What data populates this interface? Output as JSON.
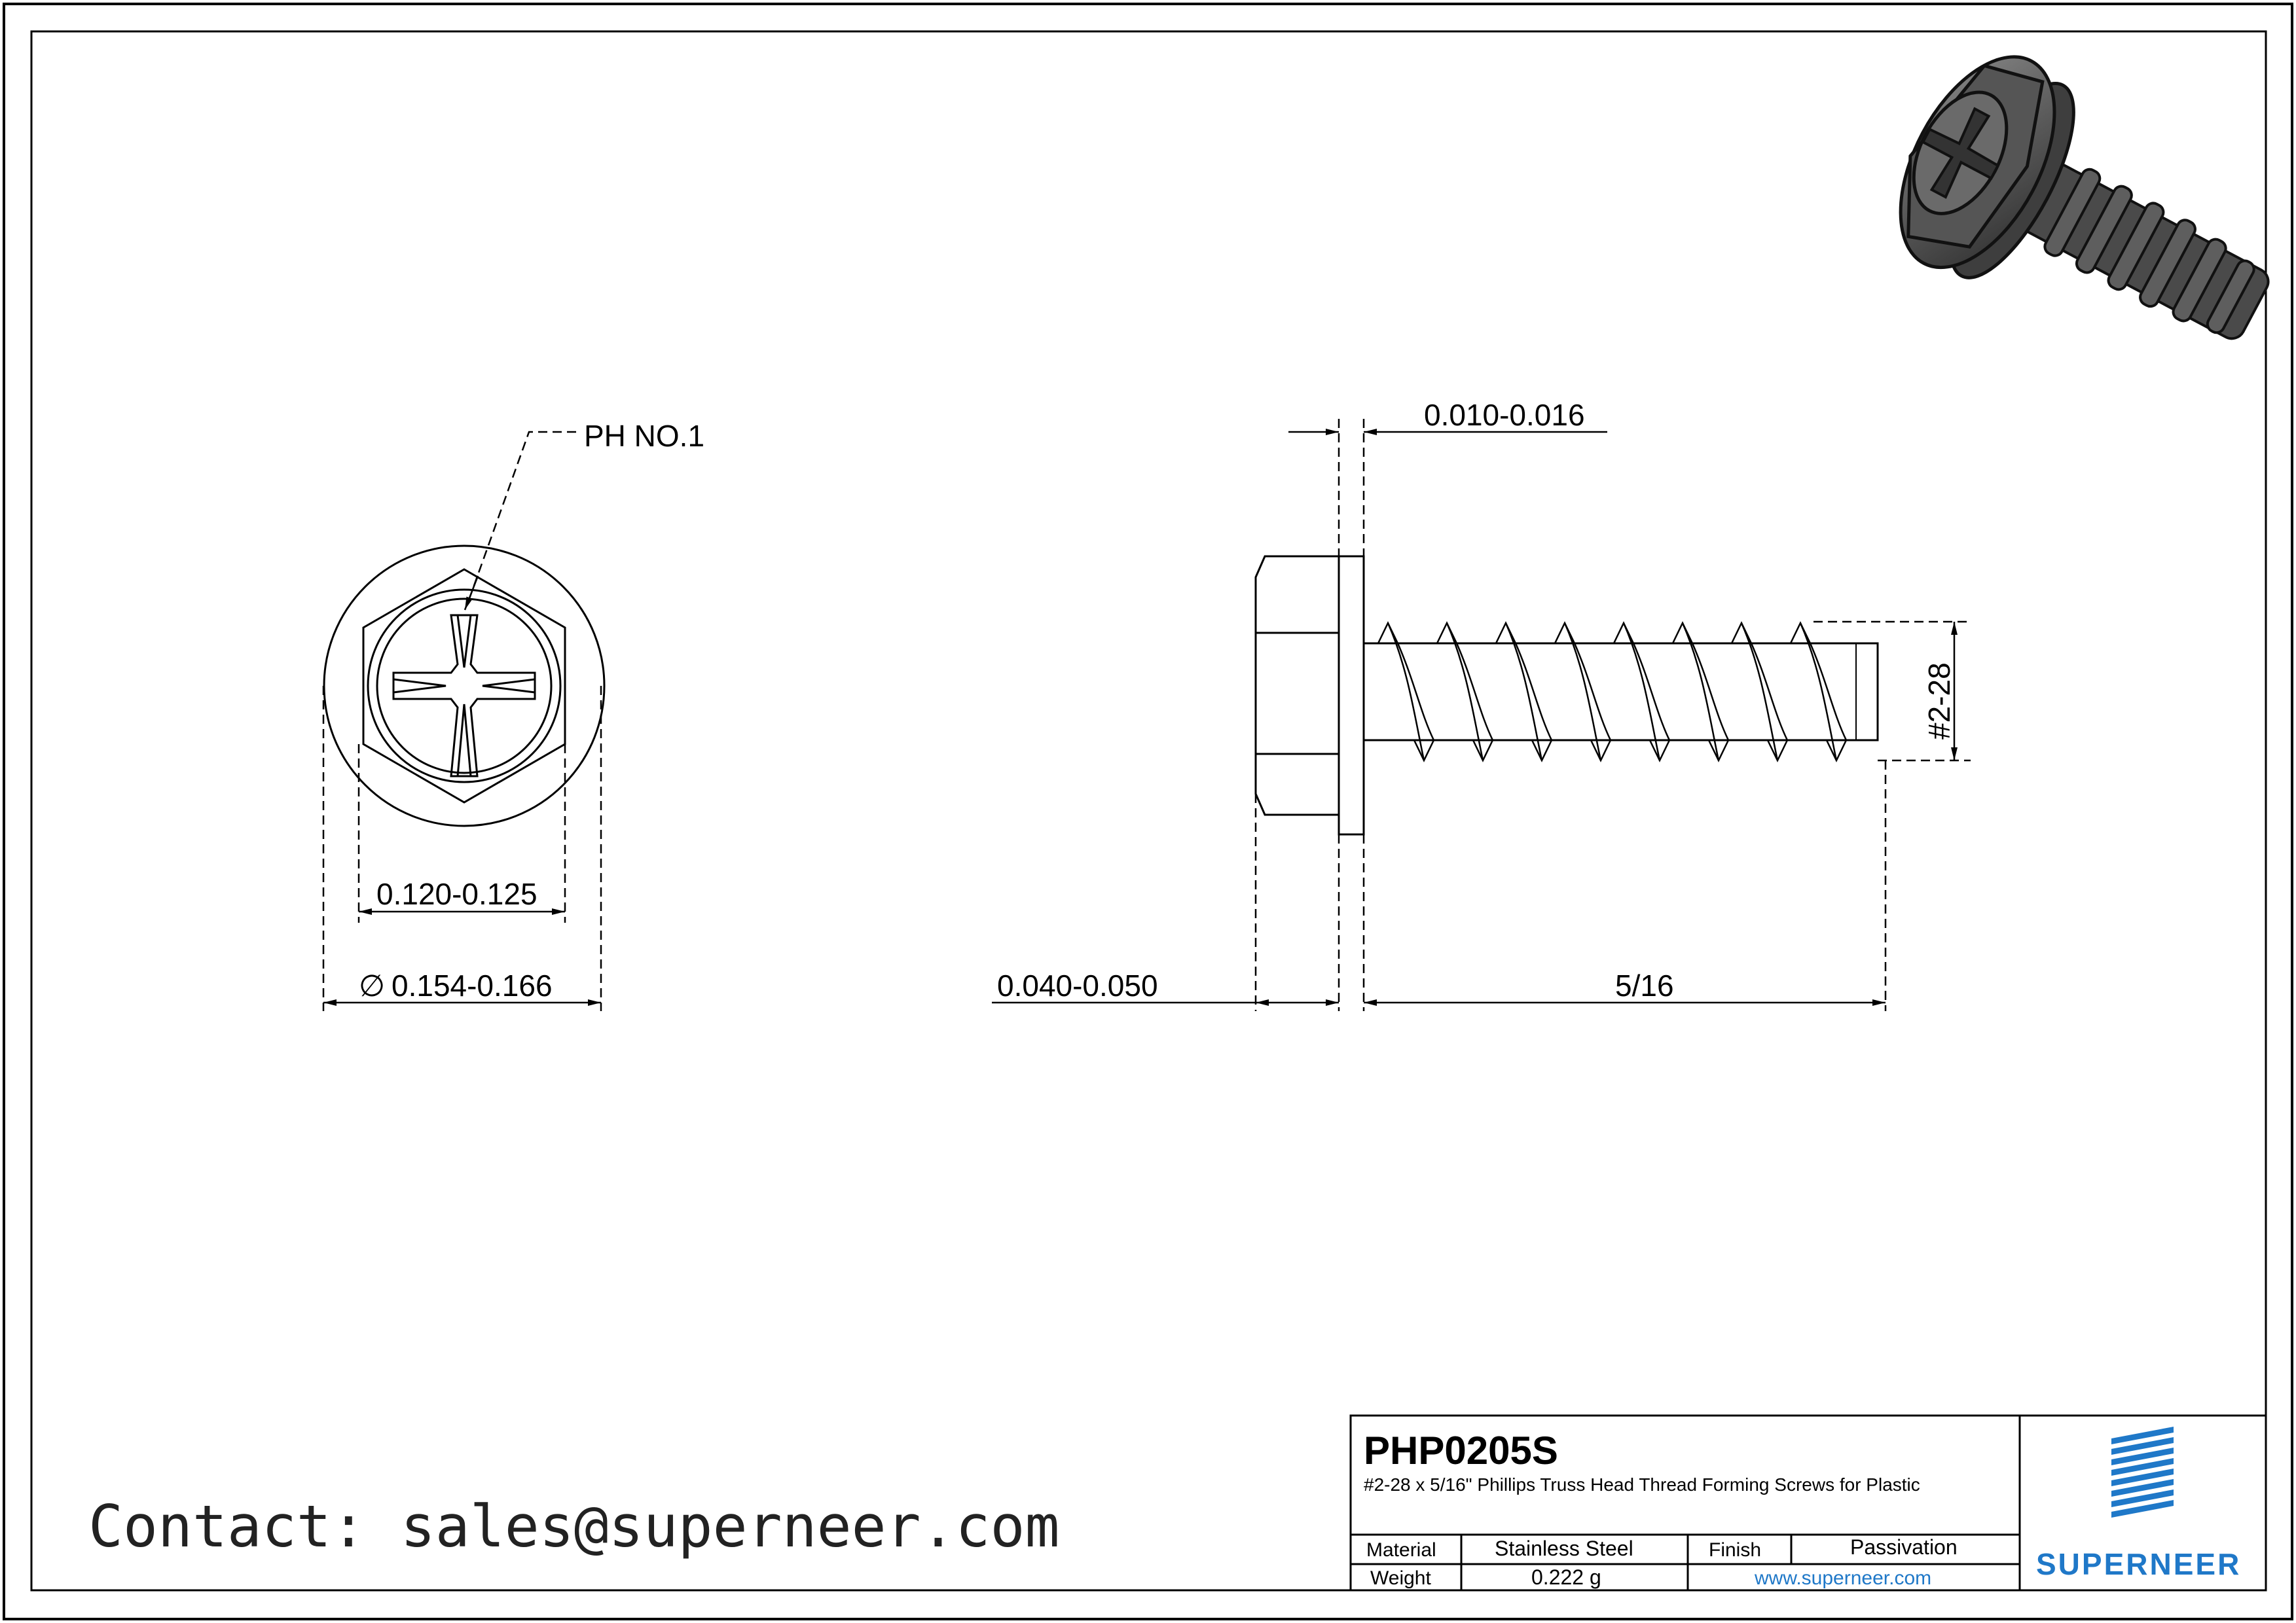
{
  "views": {
    "top": {
      "drive_label": "PH NO.1",
      "hex_width": "0.120-0.125",
      "washer_dia": "0.154-0.166",
      "dia_symbol": "∅"
    },
    "side": {
      "washer_thickness": "0.010-0.016",
      "head_height": "0.040-0.050",
      "length": "5/16",
      "thread_size": "#2-28"
    }
  },
  "contact": {
    "text": "Contact: sales@superneer.com"
  },
  "title_block": {
    "part_number": "PHP0205S",
    "description": "#2-28 x 5/16\" Phillips Truss Head Thread Forming  Screws for Plastic",
    "material_label": "Material",
    "material_value": "Stainless Steel",
    "finish_label": "Finish",
    "finish_value": "Passivation",
    "weight_label": "Weight",
    "weight_value": "0.222 g",
    "website": "www.superneer.com",
    "brand": "SUPERNEER"
  },
  "colors": {
    "line": "#000000",
    "brand_blue": "#1f78c8",
    "render_dark": "#3a3a3a",
    "render_mid": "#6e6e6e"
  },
  "icons": {
    "logo": "superneer-stripes-logo"
  }
}
